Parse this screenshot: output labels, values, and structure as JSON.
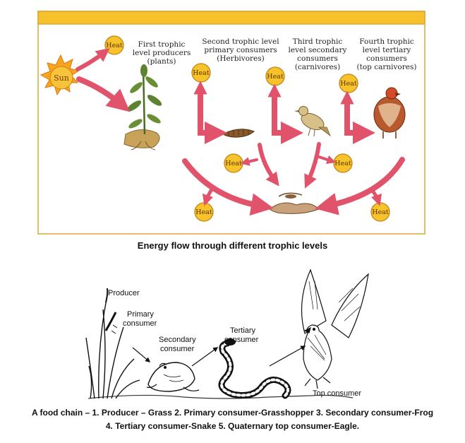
{
  "diagram1": {
    "sun": "Sun",
    "heat": "Heat",
    "levels": [
      {
        "lines": [
          "First trophic",
          "level producers",
          "(plants)"
        ]
      },
      {
        "lines": [
          "Second trophic level",
          "primary consumers",
          "(Herbivores)"
        ]
      },
      {
        "lines": [
          "Third trophic",
          "level secondary",
          "consumers",
          "(carnivores)"
        ]
      },
      {
        "lines": [
          "Fourth trophic",
          "level tertiary",
          "consumers",
          "(top carnivores)"
        ]
      }
    ],
    "caption": "Energy flow through different trophic levels"
  },
  "diagram2": {
    "labels": {
      "producer": "Producer",
      "primary": [
        "Primary",
        "consumer"
      ],
      "secondary": [
        "Secondary",
        "consumer"
      ],
      "tertiary": [
        "Tertiary",
        "consumer"
      ],
      "top": "Top consumer"
    },
    "caption_lines": [
      "A food chain – 1. Producer – Grass 2. Primary consumer-Grasshopper 3. Secondary consumer-Frog",
      "4. Tertiary consumer-Snake 5. Quaternary top consumer-Eagle."
    ]
  },
  "colors": {
    "arrow": "#e0536b",
    "heat_fill": "#f8c22a",
    "heat_stroke": "#c0851a",
    "banner": "#f7c12b",
    "sun": "#f7a51c"
  }
}
